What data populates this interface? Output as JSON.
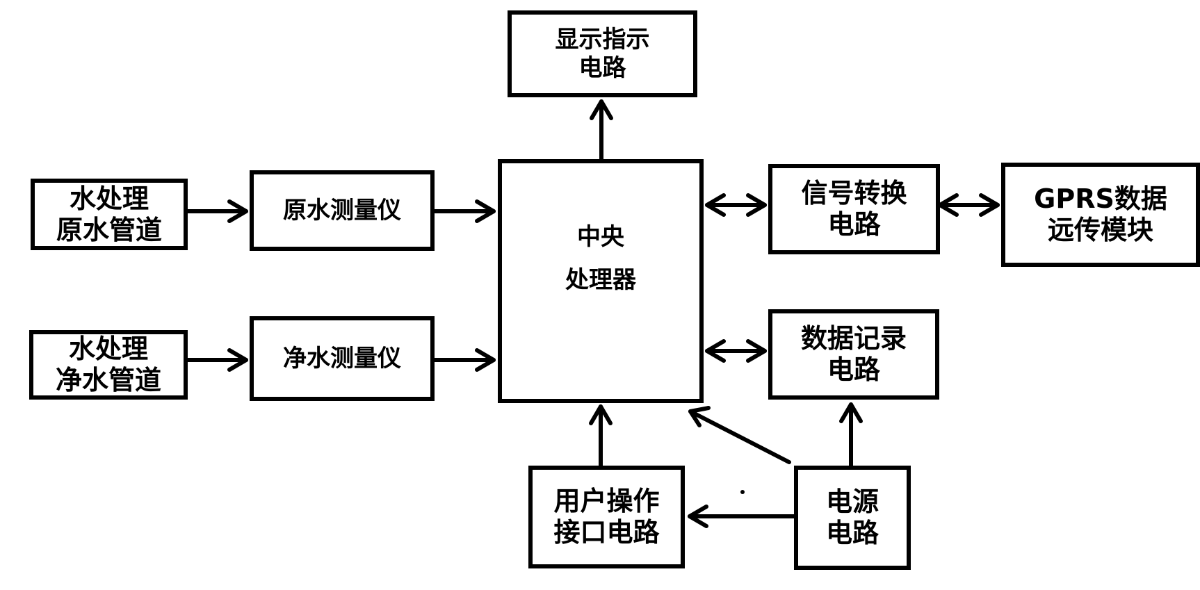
{
  "colors": {
    "stroke": "#000000",
    "background": "#ffffff"
  },
  "nodes": {
    "raw_pipe": {
      "lines": [
        "水处理",
        "原水管道"
      ]
    },
    "pure_pipe": {
      "lines": [
        "水处理",
        "净水管道"
      ]
    },
    "raw_meter": {
      "lines": [
        "原水测量仪"
      ]
    },
    "pure_meter": {
      "lines": [
        "净水测量仪"
      ]
    },
    "display": {
      "lines": [
        "显示指示",
        "电路"
      ]
    },
    "cpu": {
      "lines": [
        "中央",
        "处理器"
      ]
    },
    "signal": {
      "lines": [
        "信号转换",
        "电路"
      ]
    },
    "gprs": {
      "lines": [
        "GPRS数据",
        "远传模块"
      ]
    },
    "record": {
      "lines": [
        "数据记录",
        "电路"
      ]
    },
    "ui": {
      "lines": [
        "用户操作",
        "接口电路"
      ]
    },
    "power": {
      "lines": [
        "电源",
        "电路"
      ]
    }
  },
  "edges": [
    {
      "from": "raw_pipe",
      "to": "raw_meter",
      "direction": "forward"
    },
    {
      "from": "pure_pipe",
      "to": "pure_meter",
      "direction": "forward"
    },
    {
      "from": "raw_meter",
      "to": "cpu",
      "direction": "forward"
    },
    {
      "from": "pure_meter",
      "to": "cpu",
      "direction": "forward"
    },
    {
      "from": "cpu",
      "to": "display",
      "direction": "forward"
    },
    {
      "from": "cpu",
      "to": "signal",
      "direction": "bidirectional"
    },
    {
      "from": "signal",
      "to": "gprs",
      "direction": "bidirectional"
    },
    {
      "from": "cpu",
      "to": "record",
      "direction": "bidirectional"
    },
    {
      "from": "ui",
      "to": "cpu",
      "direction": "forward"
    },
    {
      "from": "power",
      "to": "cpu",
      "direction": "forward"
    },
    {
      "from": "power",
      "to": "record",
      "direction": "forward"
    },
    {
      "from": "power",
      "to": "ui",
      "direction": "forward"
    }
  ]
}
